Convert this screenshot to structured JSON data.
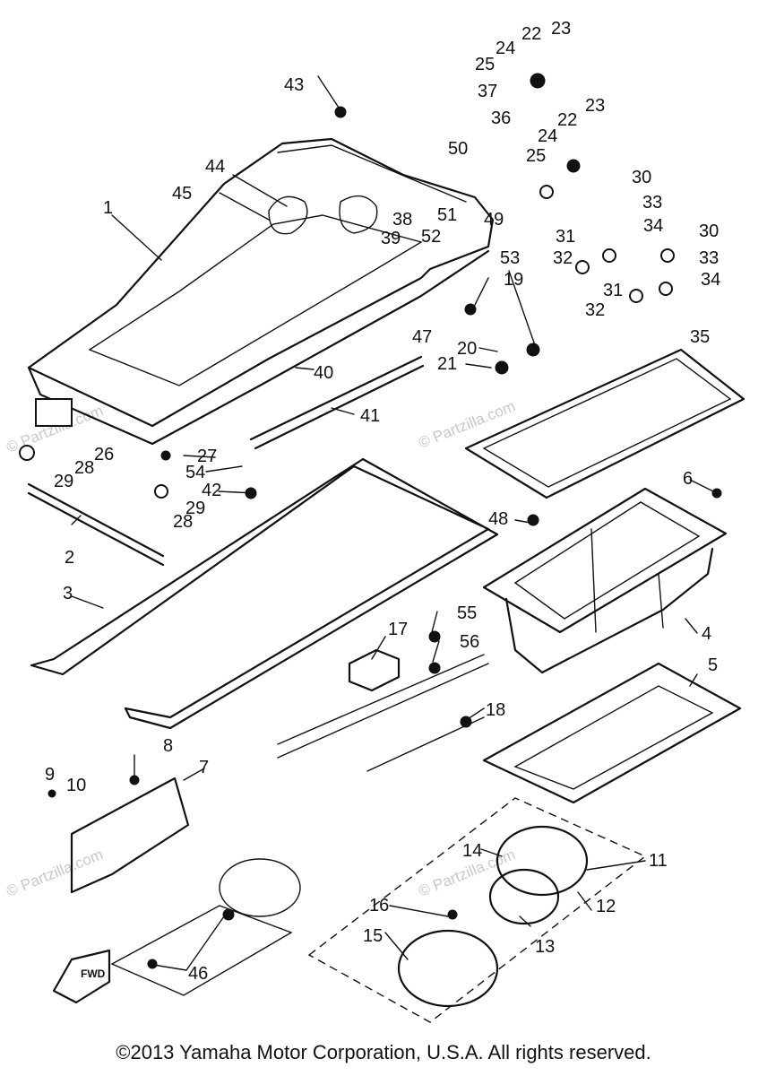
{
  "callouts": [
    {
      "label": "1"
    },
    {
      "label": "2"
    },
    {
      "label": "3"
    },
    {
      "label": "4"
    },
    {
      "label": "5"
    },
    {
      "label": "6"
    },
    {
      "label": "7"
    },
    {
      "label": "8"
    },
    {
      "label": "9"
    },
    {
      "label": "10"
    },
    {
      "label": "11"
    },
    {
      "label": "12"
    },
    {
      "label": "13"
    },
    {
      "label": "14"
    },
    {
      "label": "15"
    },
    {
      "label": "16"
    },
    {
      "label": "17"
    },
    {
      "label": "18"
    },
    {
      "label": "19"
    },
    {
      "label": "20"
    },
    {
      "label": "21"
    },
    {
      "label": "22"
    },
    {
      "label": "22"
    },
    {
      "label": "23"
    },
    {
      "label": "23"
    },
    {
      "label": "24"
    },
    {
      "label": "24"
    },
    {
      "label": "25"
    },
    {
      "label": "25"
    },
    {
      "label": "26"
    },
    {
      "label": "27"
    },
    {
      "label": "28"
    },
    {
      "label": "28"
    },
    {
      "label": "29"
    },
    {
      "label": "29"
    },
    {
      "label": "30"
    },
    {
      "label": "30"
    },
    {
      "label": "31"
    },
    {
      "label": "31"
    },
    {
      "label": "32"
    },
    {
      "label": "32"
    },
    {
      "label": "33"
    },
    {
      "label": "33"
    },
    {
      "label": "34"
    },
    {
      "label": "34"
    },
    {
      "label": "35"
    },
    {
      "label": "36"
    },
    {
      "label": "37"
    },
    {
      "label": "38"
    },
    {
      "label": "39"
    },
    {
      "label": "40"
    },
    {
      "label": "41"
    },
    {
      "label": "42"
    },
    {
      "label": "43"
    },
    {
      "label": "44"
    },
    {
      "label": "45"
    },
    {
      "label": "46"
    },
    {
      "label": "47"
    },
    {
      "label": "48"
    },
    {
      "label": "49"
    },
    {
      "label": "50"
    },
    {
      "label": "51"
    },
    {
      "label": "52"
    },
    {
      "label": "53"
    },
    {
      "label": "54"
    },
    {
      "label": "55"
    },
    {
      "label": "56"
    }
  ],
  "watermark": "© Partzilla.com",
  "fwd_label": "FWD",
  "copyright": "©2013 Yamaha Motor Corporation, U.S.A. All rights reserved."
}
